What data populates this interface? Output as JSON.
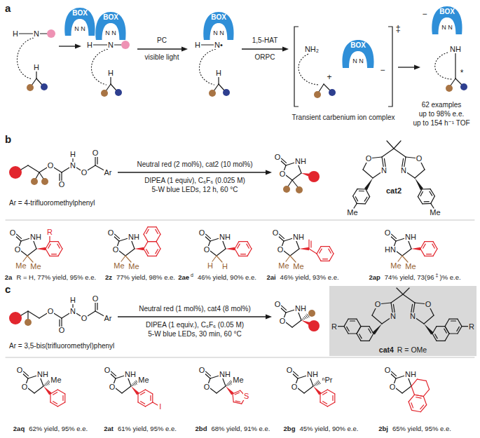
{
  "diagram": {
    "nodes": [
      {
        "text": [
          "BOX",
          "N N"
        ]
      },
      {
        "text": [
          "BOX",
          "N N"
        ]
      },
      {
        "text": [
          "BOX",
          "N N"
        ]
      },
      {
        "text": [
          "BOX",
          "N N"
        ]
      },
      {
        "text": [
          "BOX",
          "N N"
        ]
      },
      {
        "text": [
          "cat4",
          "R = OMe"
        ]
      }
    ],
    "labels": [
      "a",
      "H",
      "N",
      "H",
      "H",
      "N",
      "H",
      "PC",
      "visible light",
      "H",
      "N•",
      "H",
      "1,5-HAT",
      "ORPC",
      "NH₂",
      "+",
      "−",
      "‡",
      "Transient carbenium ion complex",
      "−",
      "NH",
      "*",
      "62 examples",
      "up to 98% e.e.",
      "up to 154 h⁻¹ TOF",
      "b",
      "O",
      "O",
      "N",
      "H",
      "O",
      "O",
      "Ar",
      "Ar = 4-trifluoromethylphenyl",
      "Neutral red (2 mol%), cat2 (10 mol%)",
      "DIPEA (1 equiv), C₆F₆ (0.025 M)",
      "5-W blue LEDs, 12 h, 60 °C",
      "O",
      "NH",
      "O",
      "O",
      "N",
      "N",
      "O",
      "Me",
      "Me",
      "cat2",
      "O",
      "NH",
      "O",
      "R",
      "Me",
      "Me",
      "2a",
      "R = H, 77% yield, 95% e.e.",
      "O",
      "NH",
      "O",
      "Me",
      "Me",
      "2z",
      "77% yield, 98% e.e.",
      "O",
      "NH",
      "O",
      "H",
      "H",
      "2ae",
      "d",
      "46% yield, 90% e.e.",
      "O",
      "NH",
      "O",
      "Me",
      "Me",
      "2ai",
      "46% yield, 93% e.e.",
      "O",
      "NH",
      "HN",
      "Me",
      "Me",
      "2ap",
      "74% yield, 73(96",
      "‡",
      ")% e.e.",
      "c",
      "O",
      "O",
      "N",
      "H",
      "O",
      "O",
      "Ar",
      "Ar = 3,5-bis(trifluoromethyl)phenyl",
      "Neutral red (1 mol%), cat4 (8 mol%)",
      "DIPEA (1 equiv.), C₆F₆ (0.05 M)",
      "5-W blue LEDs, 30 min, 60 °C",
      "O",
      "NH",
      "O",
      "O",
      "N",
      "N",
      "O",
      "R",
      "R",
      "O",
      "NH",
      "O",
      "Me",
      "2aq",
      "62% yield, 95% e.e.",
      "O",
      "NH",
      "O",
      "Me",
      "I",
      "2at",
      "61% yield, 95% e.e.",
      "O",
      "NH",
      "O",
      "Me",
      "S",
      "2bd",
      "68% yield, 91% e.e.",
      "O",
      "NH",
      "O",
      "ⁿPr",
      "2bg",
      "45% yield, 90% e.e.",
      "O",
      "NH",
      "O",
      "2bj",
      "65% yield, 95% e.e."
    ]
  }
}
